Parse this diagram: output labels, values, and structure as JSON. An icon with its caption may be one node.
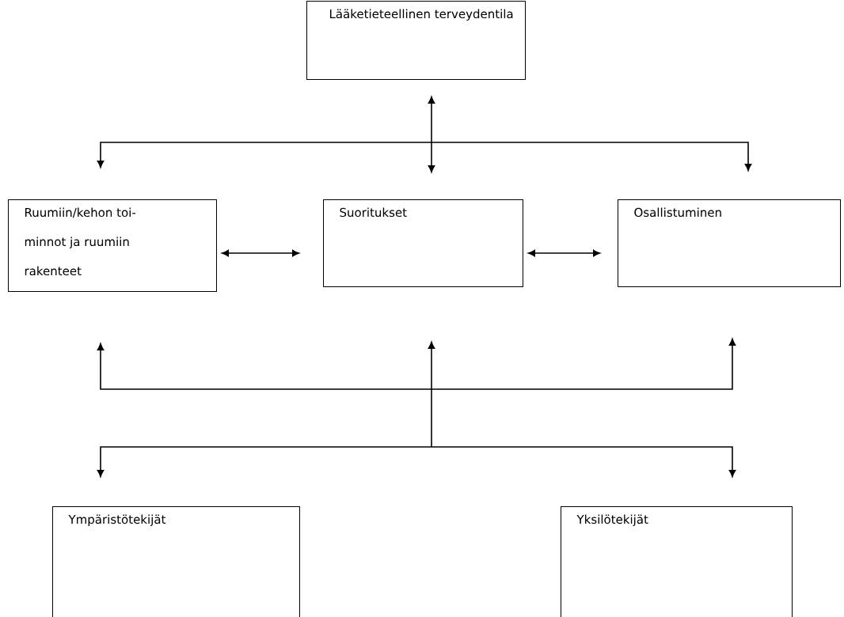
{
  "diagram": {
    "nodes": [
      {
        "text": [
          "Lääketieteellinen terveydentila"
        ]
      },
      {
        "text": [
          "Ruumiin/kehon toi- minnot ja ruumiin rakenteet"
        ]
      },
      {
        "text": [
          "Suoritukset"
        ]
      },
      {
        "text": [
          "Osallistuminen"
        ]
      },
      {
        "text": [
          "Ympäristötekijät"
        ]
      },
      {
        "text": [
          "Yksilötekijät"
        ]
      }
    ],
    "edges": [
      {
        "from": 0,
        "to": 1,
        "arrow": "both"
      },
      {
        "from": 0,
        "to": 2,
        "arrow": "both"
      },
      {
        "from": 0,
        "to": 3,
        "arrow": "both"
      },
      {
        "from": 1,
        "to": 2,
        "arrow": "both"
      },
      {
        "from": 2,
        "to": 3,
        "arrow": "both"
      },
      {
        "from": 4,
        "to": 1,
        "arrow": "both"
      },
      {
        "from": 4,
        "to": 2,
        "arrow": "both"
      },
      {
        "from": 4,
        "to": 3,
        "arrow": "both"
      },
      {
        "from": 5,
        "to": 1,
        "arrow": "both"
      },
      {
        "from": 5,
        "to": 2,
        "arrow": "both"
      },
      {
        "from": 5,
        "to": 3,
        "arrow": "both"
      }
    ]
  }
}
